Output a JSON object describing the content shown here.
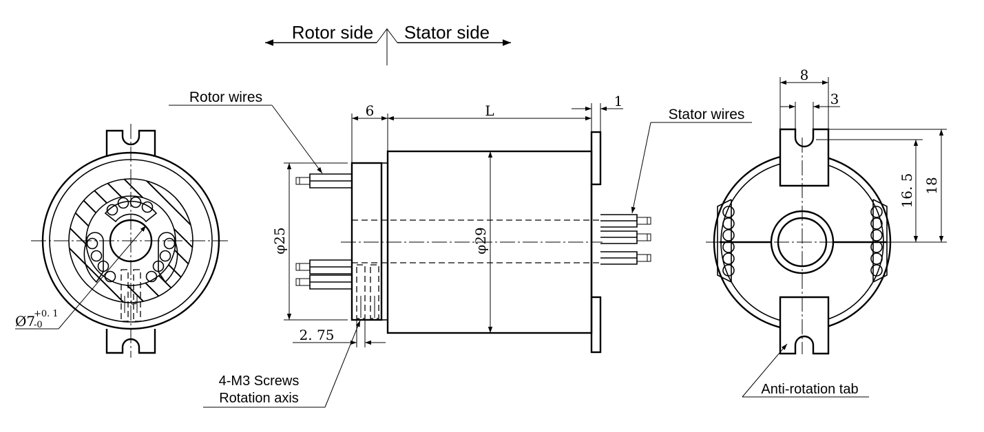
{
  "direction": {
    "rotor_side": "Rotor side",
    "stator_side": "Stator side"
  },
  "callouts": {
    "rotor_wires": "Rotor wires",
    "stator_wires": "Stator wires",
    "screws": "4-M3 Screws",
    "rotation_axis": "Rotation axis",
    "anti_rotation_tab": "Anti-rotation tab"
  },
  "dimensions": {
    "d6": "6",
    "dL": "L",
    "d1": "1",
    "phi25": "φ25",
    "phi29": "φ29",
    "d275": "2. 75",
    "d8": "8",
    "d3": "3",
    "d165": "16. 5",
    "d18": "18",
    "bore_main": "Ø7",
    "bore_upper": "+0. 1",
    "bore_lower": "-0",
    "small_mark": "3"
  },
  "colors": {
    "line": "#000000",
    "background": "#ffffff"
  }
}
